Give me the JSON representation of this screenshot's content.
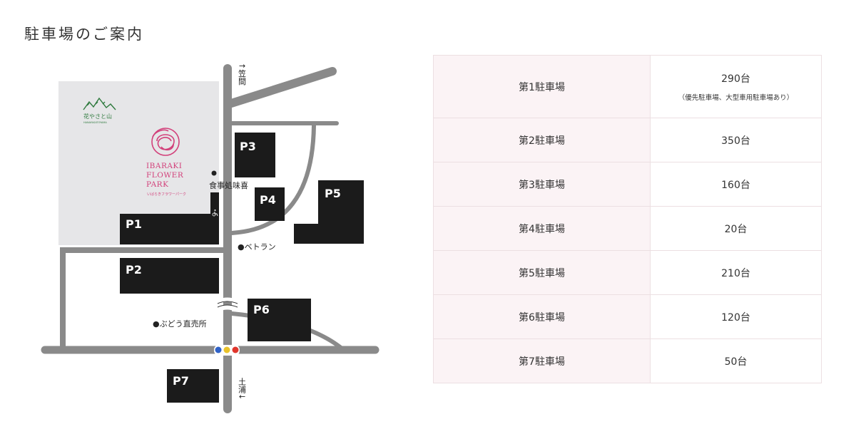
{
  "page": {
    "title": "駐車場のご案内"
  },
  "map": {
    "directions": {
      "north": "↑笠間",
      "south": "土浦↓"
    },
    "park_logo": {
      "name_en_line1": "IBARAKI",
      "name_en_line2": "FLOWER",
      "name_en_line3": "PARK",
      "name_ja": "いばらきフラワーパーク"
    },
    "hanayasato_logo": {
      "name_ja": "花やさと山",
      "name_en": "HANAYASATOYAMA"
    },
    "landmarks": {
      "restaurant": "食事処味喜",
      "veteran": "●ベトラン",
      "grape_shop": "●ぶどう直売所"
    },
    "lots": [
      "P1",
      "P2",
      "P3",
      "P4",
      "P5",
      "P6",
      "P7"
    ],
    "colors": {
      "road": "#8a8a8a",
      "park_area": "#e6e6e8",
      "lot": "#1b1b1b",
      "signal_blue": "#2f62c8",
      "signal_yellow": "#e9c22a",
      "signal_red": "#e0362c"
    },
    "icons": [
      "wheelchair-icon",
      "traffic-signal-icon",
      "park-logo-icon"
    ]
  },
  "table": {
    "rows": [
      {
        "name": "第1駐車場",
        "count": "290台",
        "note": "（優先駐車場、大型車用駐車場あり）"
      },
      {
        "name": "第2駐車場",
        "count": "350台",
        "note": ""
      },
      {
        "name": "第3駐車場",
        "count": "160台",
        "note": ""
      },
      {
        "name": "第4駐車場",
        "count": "20台",
        "note": ""
      },
      {
        "name": "第5駐車場",
        "count": "210台",
        "note": ""
      },
      {
        "name": "第6駐車場",
        "count": "120台",
        "note": ""
      },
      {
        "name": "第7駐車場",
        "count": "50台",
        "note": ""
      }
    ],
    "colors": {
      "name_cell_bg": "#fbf3f5",
      "border": "#ecdfe2"
    }
  }
}
